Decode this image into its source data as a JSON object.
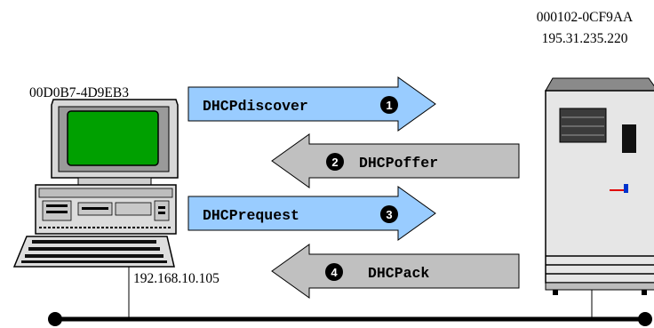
{
  "client": {
    "mac": "00D0B7-4D9EB3",
    "ip": "192.168.10.105"
  },
  "server": {
    "mac": "000102-0CF9AA",
    "ip": "195.31.235.220"
  },
  "messages": [
    {
      "label": "DHCPdiscover",
      "step": "1",
      "direction": "to-server",
      "color": "#99CCFF"
    },
    {
      "label": "DHCPoffer",
      "step": "2",
      "direction": "to-client",
      "color": "#C0C0C0"
    },
    {
      "label": "DHCPrequest",
      "step": "3",
      "direction": "to-server",
      "color": "#99CCFF"
    },
    {
      "label": "DHCPack",
      "step": "4",
      "direction": "to-client",
      "color": "#C0C0C0"
    }
  ]
}
